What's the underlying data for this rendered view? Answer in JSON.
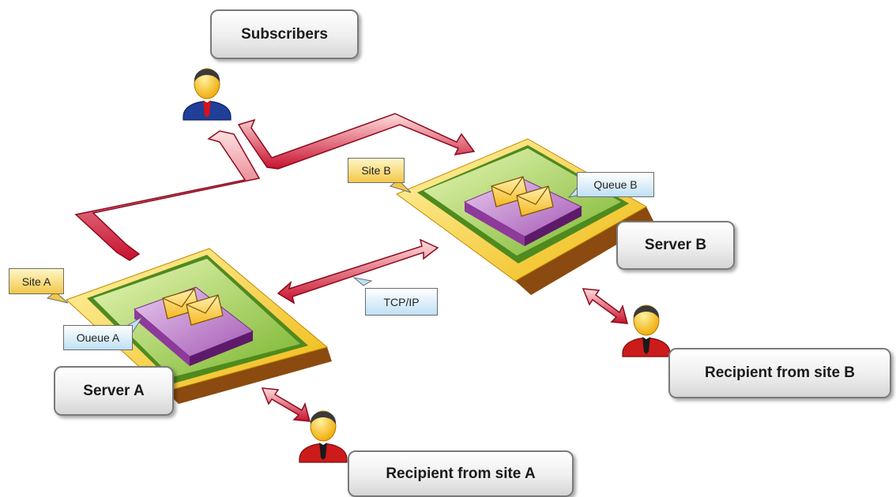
{
  "labels": {
    "subscribers": "Subscribers",
    "server_a": "Server A",
    "server_b": "Server B",
    "recipient_a": "Recipient from site A",
    "recipient_b": "Recipient from site B"
  },
  "tags": {
    "site_a": "Site A",
    "site_b": "Site B",
    "queue_a": "Oueue A",
    "queue_b": "Queue B",
    "protocol": "TCP/IP"
  },
  "colors": {
    "arrow": "#c8102e",
    "site_plate": "#f2c21b",
    "server_plate": "#8cc63f",
    "queue_block": "#8e3a9a",
    "subscriber_suit": "#1f3f99",
    "recipient_suit": "#cc1b1b",
    "envelope": "#f5c242"
  }
}
